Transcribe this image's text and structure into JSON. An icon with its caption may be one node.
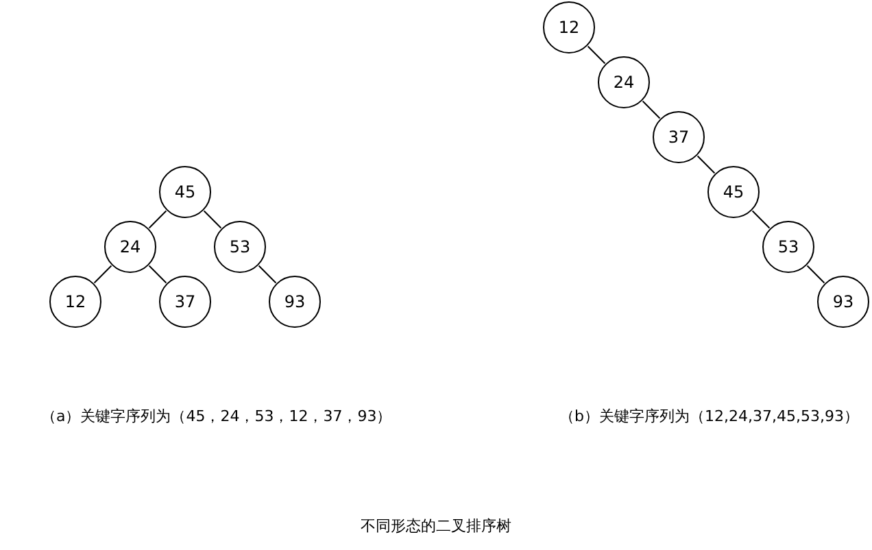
{
  "diagram": {
    "caption": "不同形态的二叉排序树",
    "nodes": [
      {
        "text": [
          "45"
        ]
      },
      {
        "text": [
          "24"
        ]
      },
      {
        "text": [
          "53"
        ]
      },
      {
        "text": [
          "12"
        ]
      },
      {
        "text": [
          "37"
        ]
      },
      {
        "text": [
          "93"
        ]
      },
      {
        "text": [
          "12"
        ]
      },
      {
        "text": [
          "24"
        ]
      },
      {
        "text": [
          "37"
        ]
      },
      {
        "text": [
          "45"
        ]
      },
      {
        "text": [
          "53"
        ]
      },
      {
        "text": [
          "93"
        ]
      }
    ],
    "edges": [
      {
        "from": 0,
        "to": 1,
        "arrow": "none"
      },
      {
        "from": 0,
        "to": 2,
        "arrow": "none"
      },
      {
        "from": 1,
        "to": 3,
        "arrow": "none"
      },
      {
        "from": 1,
        "to": 4,
        "arrow": "none"
      },
      {
        "from": 2,
        "to": 5,
        "arrow": "none"
      },
      {
        "from": 6,
        "to": 7,
        "arrow": "none"
      },
      {
        "from": 7,
        "to": 8,
        "arrow": "none"
      },
      {
        "from": 8,
        "to": 9,
        "arrow": "none"
      },
      {
        "from": 9,
        "to": 10,
        "arrow": "none"
      },
      {
        "from": 10,
        "to": 11,
        "arrow": "none"
      }
    ],
    "labels": [
      "（a）关键字序列为（45，24，53，12，37，93）",
      "（b）关键字序列为（12,24,37,45,53,93）"
    ]
  }
}
